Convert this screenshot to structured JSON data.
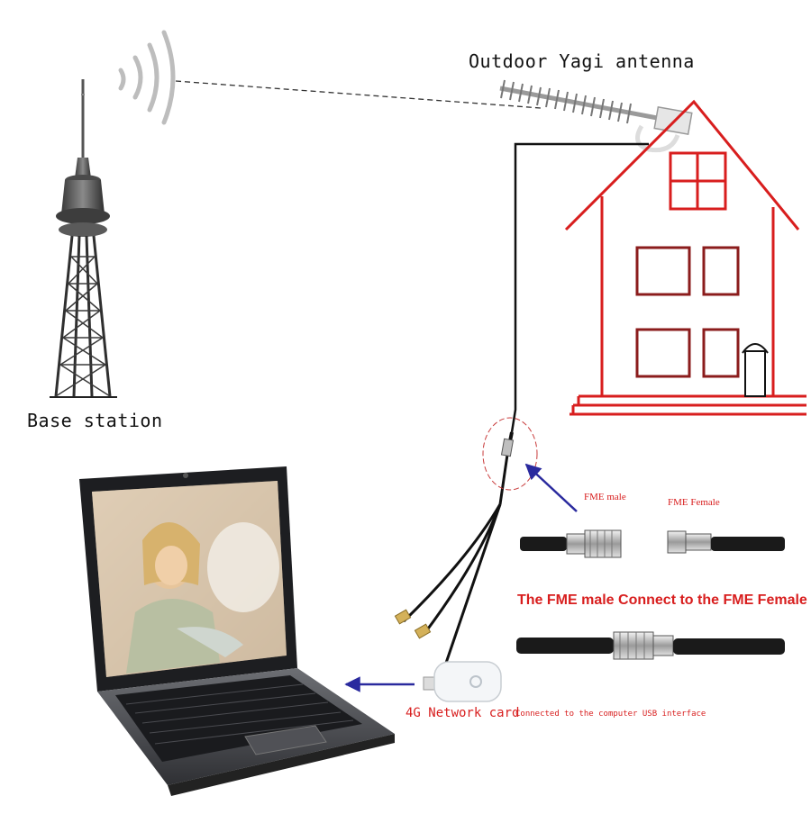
{
  "labels": {
    "antenna": "Outdoor Yagi antenna",
    "base_station": "Base station",
    "fme_male": "FME male",
    "fme_female": "FME Female",
    "connect_caption": "The FME male Connect to the FME Female",
    "network_card": "4G Network card",
    "usb_note": "Connected to the computer USB interface"
  },
  "colors": {
    "house_outline": "#d81e1e",
    "pointer_arrow": "#2a2a9e",
    "caption_red": "#d81e1e",
    "cable": "#111111"
  }
}
